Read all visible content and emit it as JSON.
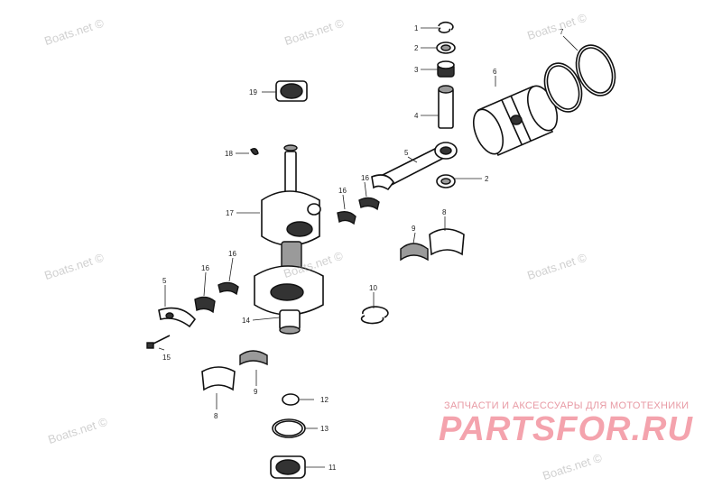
{
  "watermarks": [
    "Boats.net ©",
    "Boats.net ©",
    "Boats.net ©",
    "Boats.net ©",
    "Boats.net ©",
    "Boats.net ©",
    "Boats.net ©",
    "Boats.net ©"
  ],
  "callouts": {
    "c1": "1",
    "c2a": "2",
    "c2b": "2",
    "c3": "3",
    "c4": "4",
    "c5a": "5",
    "c5b": "5",
    "c6": "6",
    "c7": "7",
    "c8a": "8",
    "c8b": "8",
    "c9a": "9",
    "c9b": "9",
    "c10": "10",
    "c11": "11",
    "c12": "12",
    "c13": "13",
    "c14": "14",
    "c15": "15",
    "c16a": "16",
    "c16b": "16",
    "c16c": "16",
    "c16d": "16",
    "c17": "17",
    "c18": "18",
    "c19": "19"
  },
  "brand": {
    "tagline": "ЗАПЧАСТИ И АКСЕССУАРЫ ДЛЯ МОТОТЕХНИКИ",
    "logo": "PARTSFOR.RU"
  }
}
